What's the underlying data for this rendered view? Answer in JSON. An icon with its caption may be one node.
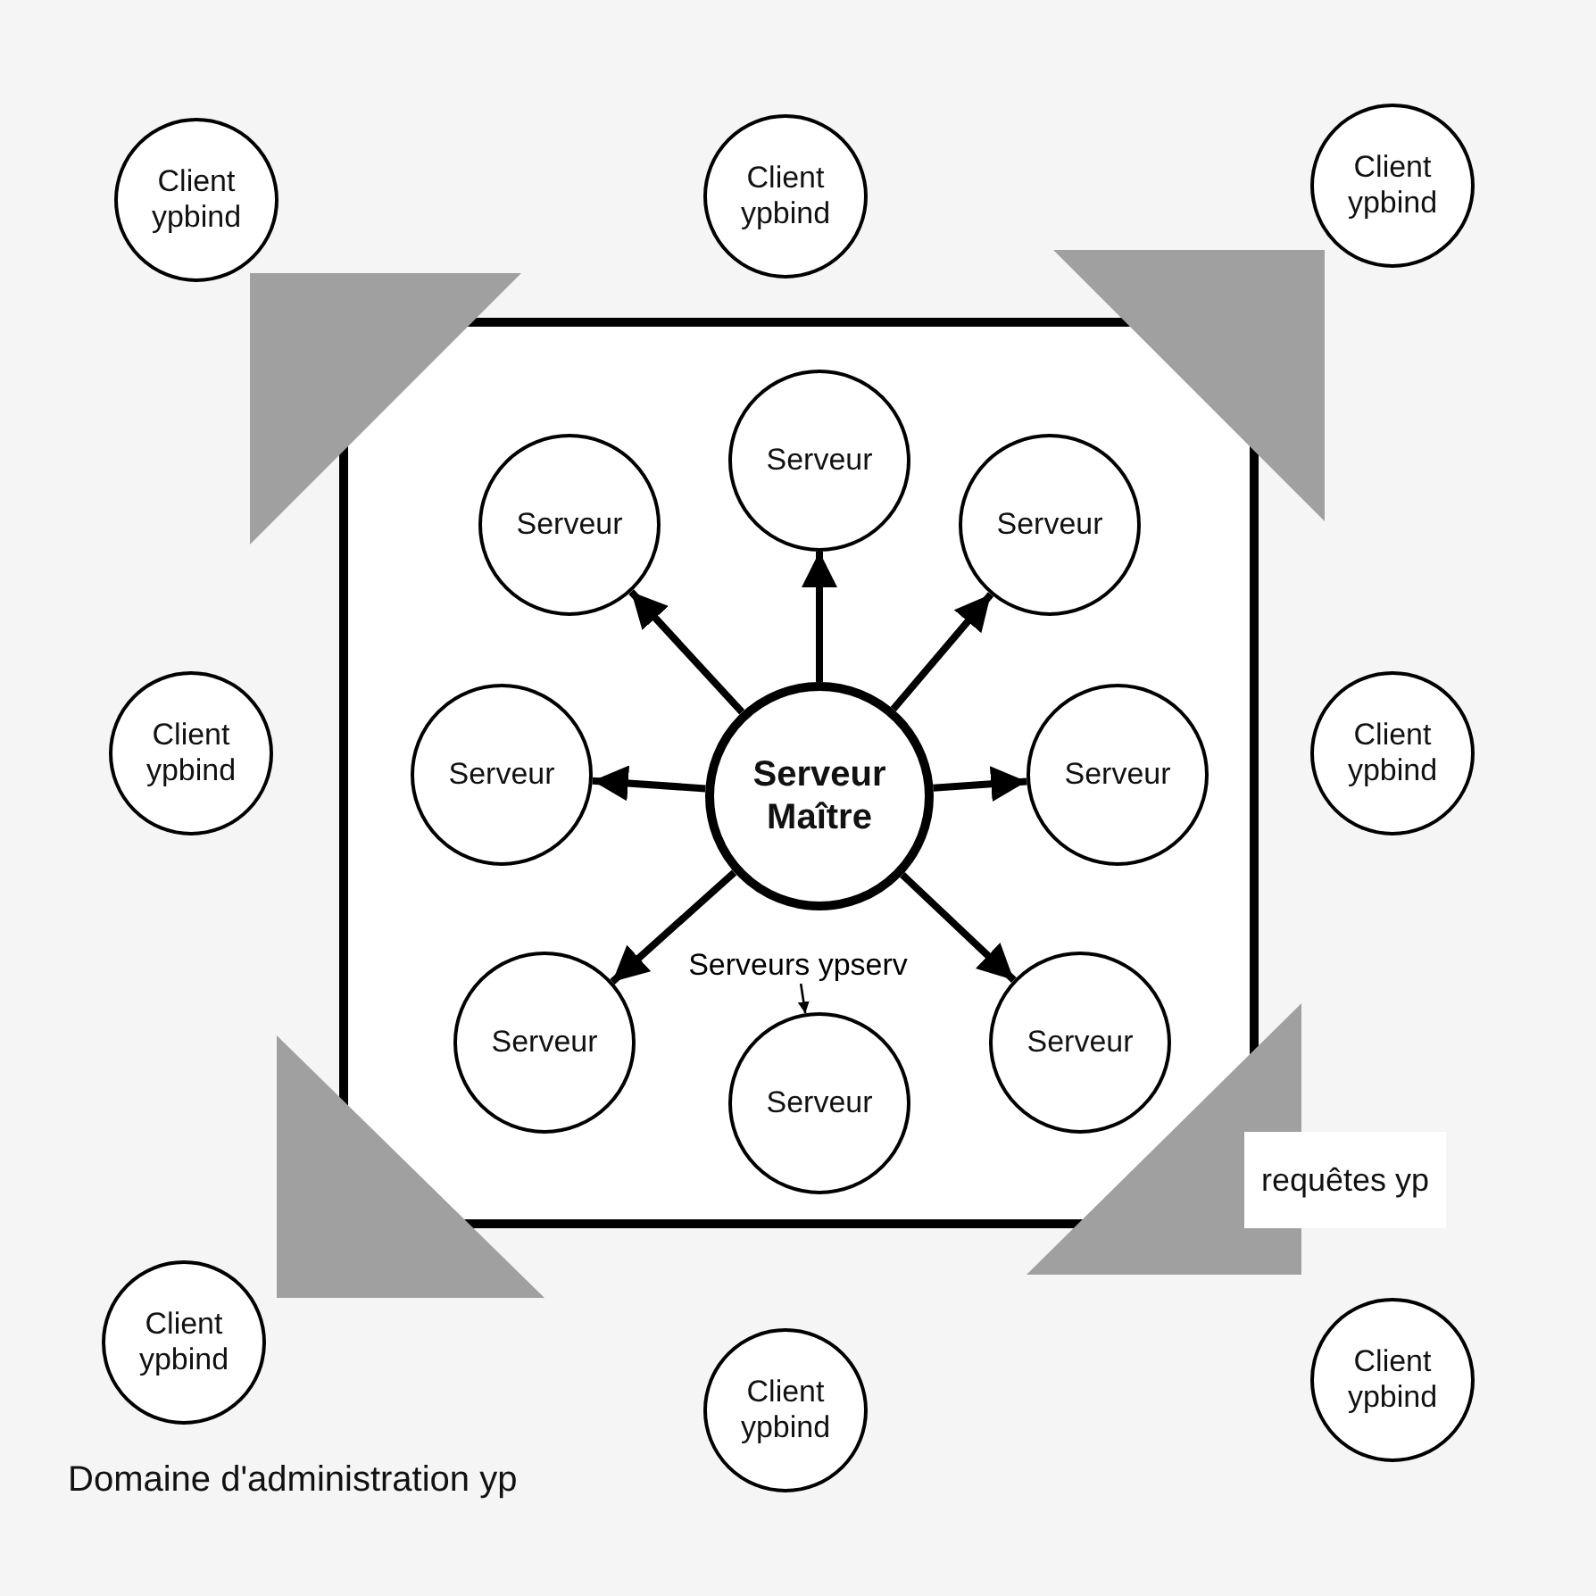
{
  "diagram": {
    "nodes": [
      {
        "text": [
          "Client ypbind"
        ]
      },
      {
        "text": [
          "Client ypbind"
        ]
      },
      {
        "text": [
          "Client ypbind"
        ]
      },
      {
        "text": [],
        "shape": "box"
      },
      {
        "text": [
          "Serveur"
        ],
        "in": 3
      },
      {
        "text": [
          "Serveur"
        ],
        "in": 3
      },
      {
        "text": [
          "Serveur"
        ],
        "in": 3
      },
      {
        "text": [
          "Client ypbind"
        ]
      },
      {
        "text": [
          "Serveur"
        ],
        "in": 3
      },
      {
        "text": [
          "Serveur Maître"
        ],
        "in": 3
      },
      {
        "text": [
          "Serveur"
        ],
        "in": 3
      },
      {
        "text": [
          "Client ypbind"
        ]
      },
      {
        "text": [
          "Serveurs ypserv"
        ],
        "in": 3
      },
      {
        "text": [
          "Serveur"
        ],
        "in": 3
      },
      {
        "text": [
          "Serveur"
        ],
        "in": 3
      },
      {
        "text": [
          "Serveur"
        ],
        "in": 3
      },
      {
        "text": [
          "Client ypbind"
        ]
      },
      {
        "text": [
          "Client ypbind"
        ]
      },
      {
        "text": [
          "Client ypbind"
        ]
      }
    ],
    "edges": [
      {
        "from": 9,
        "to": 4,
        "arrow": "to"
      },
      {
        "from": 9,
        "to": 5,
        "arrow": "to"
      },
      {
        "from": 9,
        "to": 6,
        "arrow": "to"
      },
      {
        "from": 9,
        "to": 8,
        "arrow": "to"
      },
      {
        "from": 9,
        "to": 10,
        "arrow": "to"
      },
      {
        "from": 9,
        "to": 13,
        "arrow": "to"
      },
      {
        "from": 9,
        "to": 14,
        "arrow": "to"
      },
      {
        "from": 12,
        "to": 15,
        "arrow": "to"
      }
    ],
    "labels": [
      "requêtes yp",
      "Domaine d'administration yp"
    ]
  }
}
